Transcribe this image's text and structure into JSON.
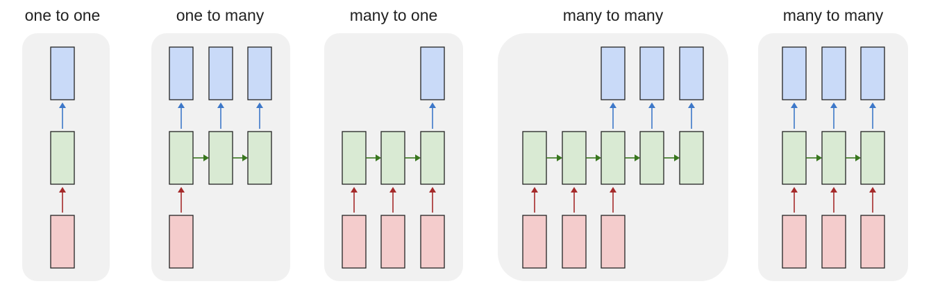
{
  "panels": [
    {
      "title": "one to one"
    },
    {
      "title": "one to many"
    },
    {
      "title": "many to one"
    },
    {
      "title": "many to many"
    },
    {
      "title": "many to many"
    }
  ],
  "colors": {
    "input_fill": "#f4cccc",
    "hidden_fill": "#d9ead3",
    "output_fill": "#c9daf8",
    "input_arrow": "#a52a2a",
    "recurrent_arrow": "#38761d",
    "output_arrow": "#3d78c9",
    "box_stroke": "#222222",
    "panel_background": "#f1f1f1"
  }
}
